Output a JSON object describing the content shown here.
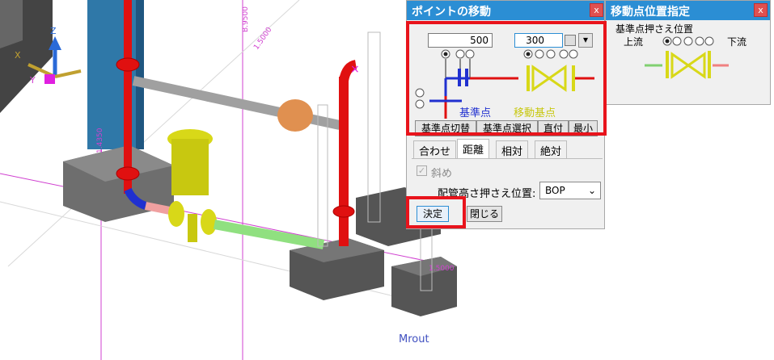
{
  "viewport": {
    "axis_z": "Z",
    "axis_x": "X",
    "axis_y": "Y",
    "grid_label_1": "B.9500",
    "grid_label_2": "1.5000",
    "grid_label_3": "1.4350",
    "grid_label_4": "1.5000",
    "bottom_label": "Mrout"
  },
  "move_dialog": {
    "title": "ポイントの移動",
    "close": "x",
    "value_left": "500",
    "value_right": "300",
    "base_point_label": "基準点",
    "move_point_label": "移動基点",
    "buttons": [
      "基準点切替",
      "基準点選択",
      "直付",
      "最小"
    ],
    "tabs": [
      "合わせ",
      "距離",
      "相対",
      "絶対"
    ],
    "active_tab": 1,
    "checkbox_label": "斜め",
    "height_label": "配管高さ押さえ位置:",
    "height_value": "BOP",
    "ok": "決定",
    "close_btn": "閉じる"
  },
  "position_dialog": {
    "title": "移動点位置指定",
    "close": "x",
    "group_label": "基準点押さえ位置",
    "upstream": "上流",
    "downstream": "下流"
  },
  "colors": {
    "title": "#2b8ed4",
    "highlight": "#e8141c",
    "pipe_red": "#e01010",
    "pipe_yellow": "#d8d818"
  }
}
